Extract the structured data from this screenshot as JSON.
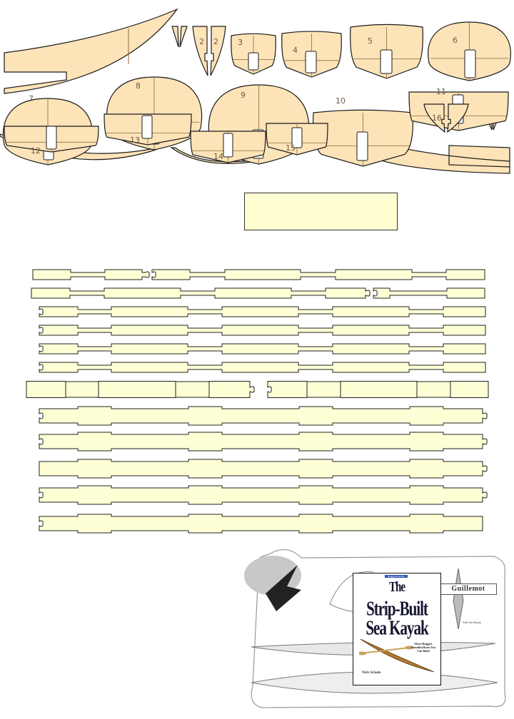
{
  "forms": {
    "fill": "#fde3b8",
    "stroke": "#1a1a1a",
    "line": "#8a6a3a",
    "labels": [
      "2",
      "2",
      "3",
      "4",
      "5",
      "6",
      "7",
      "8",
      "9",
      "10",
      "11",
      "12",
      "13",
      "14",
      "15",
      "16"
    ]
  },
  "strips": {
    "fill": "#ffffd6",
    "row_count": 12
  },
  "note_box": {
    "fill": "#ffffd2"
  },
  "plan_sheet": {
    "banner": "Guillemot",
    "spec": "Solo Sea Kayak",
    "book": {
      "series": "Ragged Mountain Press",
      "title_line1": "The",
      "title_line2": "Strip-Built",
      "title_line3": "Sea Kayak",
      "tagline": "Three Rugged, Beautiful Boats You Can Build",
      "author": "Nick Schade"
    }
  }
}
